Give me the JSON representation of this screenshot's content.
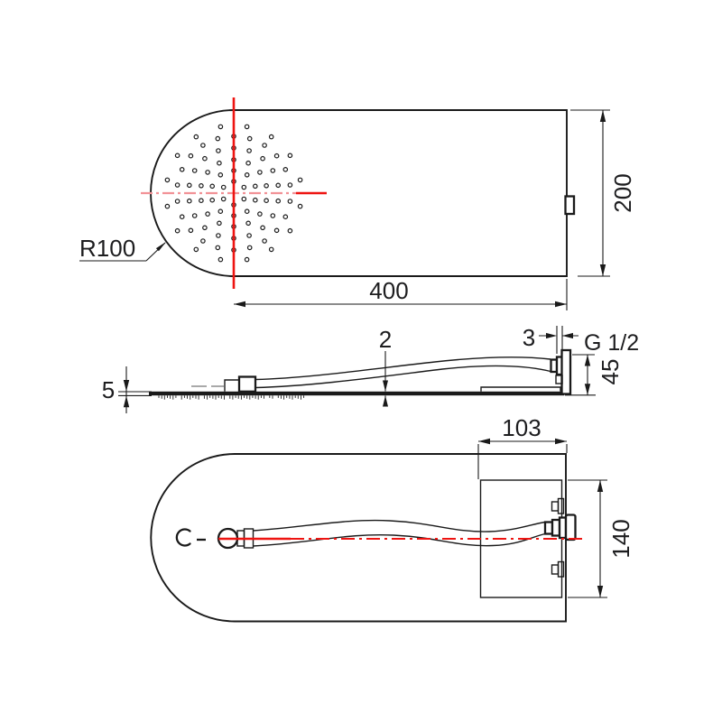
{
  "views": {
    "top": {
      "radius_label": "R100",
      "width_dim": "400",
      "height_dim": "200"
    },
    "side": {
      "edge_thickness_dim": "5",
      "plate_thickness_dim": "2",
      "stub_dim": "3",
      "thread_label": "G 1/2",
      "connector_height_dim": "45"
    },
    "bottom": {
      "bracket_width_dim": "103",
      "bracket_height_dim": "140"
    }
  },
  "colors": {
    "line": "#1a1a1a",
    "centerline_red": "#ee1411",
    "centerline_pink": "#f29297",
    "dimension_text": "#1d1d1f",
    "background": "#ffffff"
  }
}
